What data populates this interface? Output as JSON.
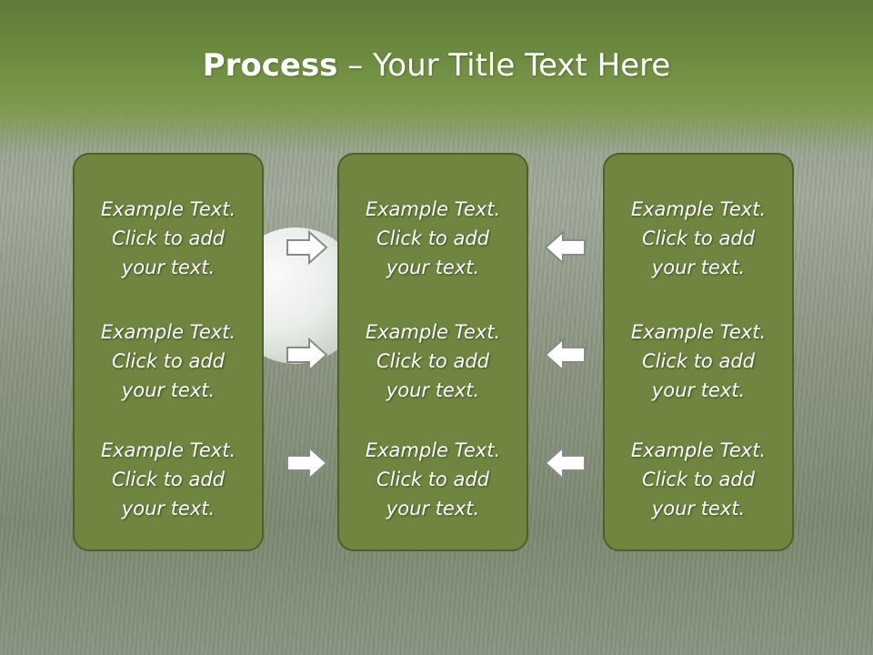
{
  "slide": {
    "title_bold": "Process",
    "title_rest": " – Your Title Text Here"
  },
  "columns": [
    {
      "items": [
        {
          "line1": "Example Text.",
          "line2": "Click  to add",
          "line3": "your text."
        },
        {
          "line1": "Example Text.",
          "line2": "Click  to add",
          "line3": "your text."
        },
        {
          "line1": "Example Text.",
          "line2": "Click  to add",
          "line3": "your text."
        }
      ]
    },
    {
      "items": [
        {
          "line1": "Example Text.",
          "line2": "Click  to add",
          "line3": "your text."
        },
        {
          "line1": "Example Text.",
          "line2": "Click  to add",
          "line3": "your text."
        },
        {
          "line1": "Example Text.",
          "line2": "Click  to add",
          "line3": "your text."
        }
      ]
    },
    {
      "items": [
        {
          "line1": "Example Text.",
          "line2": "Click  to add",
          "line3": "your text."
        },
        {
          "line1": "Example Text.",
          "line2": "Click  to add",
          "line3": "your text."
        },
        {
          "line1": "Example Text.",
          "line2": "Click  to add",
          "line3": "your text."
        }
      ]
    }
  ],
  "arrows": {
    "left_group": {
      "icon": "arrow-right-icon",
      "direction": "right"
    },
    "right_group": {
      "icon": "arrow-left-icon",
      "direction": "left"
    }
  },
  "colors": {
    "panel_fill": "#6f8540",
    "panel_border": "#4f6128",
    "text": "#ffffff",
    "arrow_fill": "#ffffff",
    "arrow_stroke": "#8a8a8a"
  }
}
